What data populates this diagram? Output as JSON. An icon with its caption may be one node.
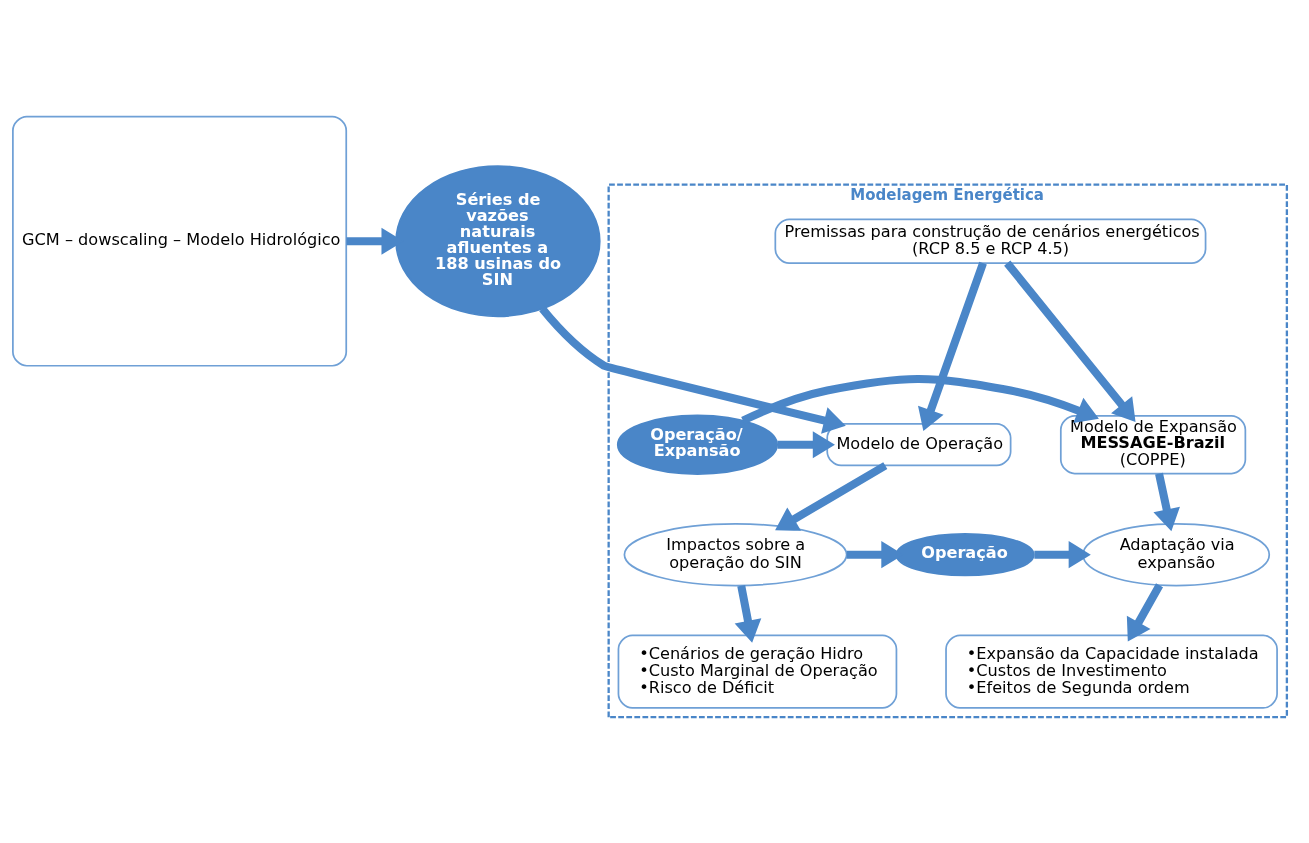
{
  "diagram": {
    "nodes": [
      {
        "text": [
          "GCM – dowscaling – Modelo Hidrológico"
        ]
      },
      {
        "text": [
          "Séries de vazões naturais afluentes a 188 usinas do SIN"
        ]
      },
      {
        "text": [
          "Modelagem Energética"
        ]
      },
      {
        "text": [
          "Premissas para construção de cenários energéticos",
          "(RCP 8.5 e RCP 4.5)"
        ],
        "in": 2
      },
      {
        "text": [
          "Modelo de Operação"
        ],
        "in": 2
      },
      {
        "text": [
          "Operação/ Expansão"
        ],
        "in": 2
      },
      {
        "text": [
          "Modelo de Expansão",
          "MESSAGE-Brazil",
          "(COPPE)"
        ],
        "in": 2
      },
      {
        "text": [
          "Impactos sobre a operação do SIN"
        ],
        "in": 2
      },
      {
        "text": [
          "Operação"
        ],
        "in": 2
      },
      {
        "text": [
          "Adaptação via expansão"
        ],
        "in": 2
      },
      {
        "text": [
          "•Cenários de geração Hidro",
          "•Custo Marginal de Operação",
          "•Risco de Déficit"
        ],
        "in": 2
      },
      {
        "text": [
          "•Expansão da Capacidade instalada",
          "•Custos de Investimento",
          "•Efeitos de Segunda ordem"
        ],
        "in": 2
      }
    ],
    "edges": [
      {
        "from": 0,
        "to": 1,
        "arrow": "to"
      },
      {
        "from": 1,
        "to": 4,
        "arrow": "to"
      },
      {
        "from": 3,
        "to": 4,
        "arrow": "to"
      },
      {
        "from": 3,
        "to": 6,
        "arrow": "to"
      },
      {
        "from": 5,
        "to": 4,
        "arrow": "to"
      },
      {
        "from": 5,
        "to": 6,
        "arrow": "to"
      },
      {
        "from": 4,
        "to": 7,
        "arrow": "to"
      },
      {
        "from": 6,
        "to": 9,
        "arrow": "to"
      },
      {
        "from": 7,
        "to": 8,
        "arrow": "to"
      },
      {
        "from": 8,
        "to": 9,
        "arrow": "to"
      },
      {
        "from": 7,
        "to": 10,
        "arrow": "to"
      },
      {
        "from": 9,
        "to": 11,
        "arrow": "to"
      }
    ]
  }
}
